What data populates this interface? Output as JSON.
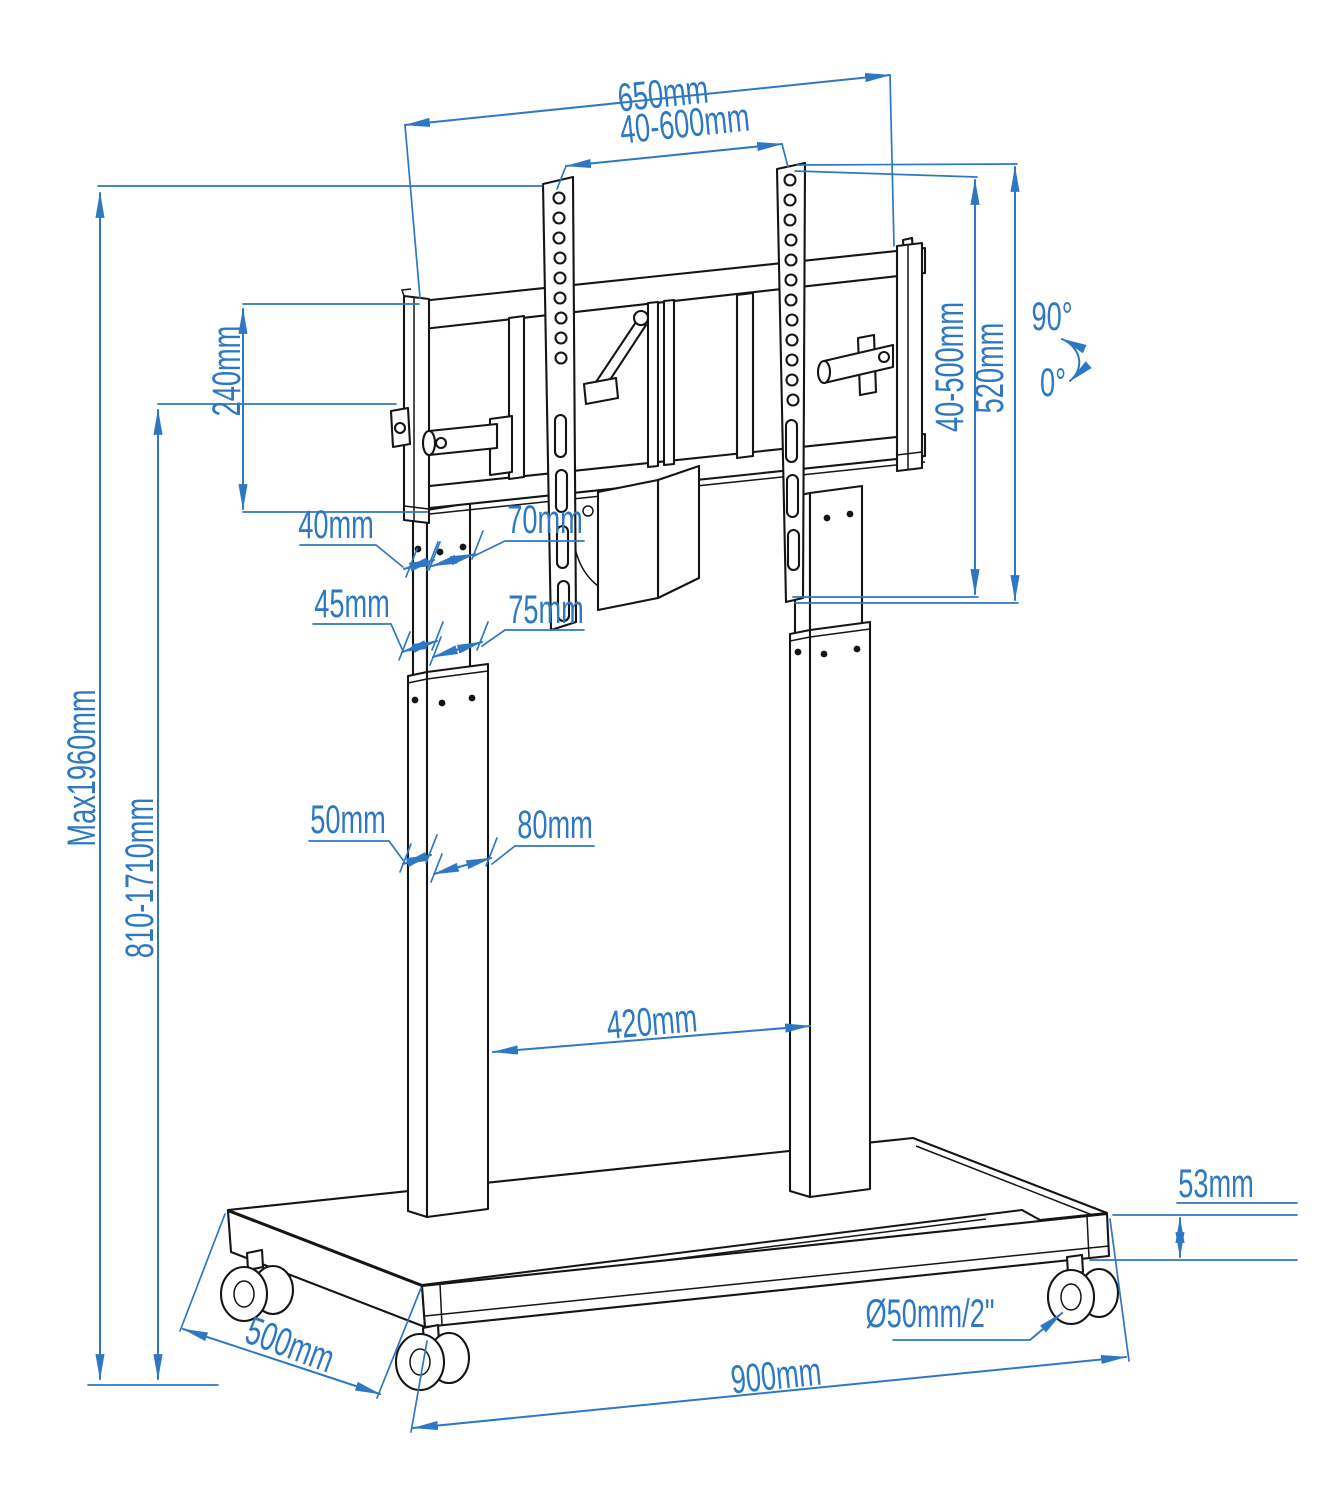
{
  "drawing": {
    "type": "technical-dimension-drawing",
    "subject": "mobile TV lift cart (isometric view)",
    "accent_color": "#2e78c3",
    "line_color": "#151515",
    "labels": {
      "top_width": "650mm",
      "vesa_width_range": "40-600mm",
      "bracket_height": "240mm",
      "max_height": "Max1960mm",
      "height_range": "810-1710mm",
      "tube_top_side": "40mm",
      "tube_mid_side": "45mm",
      "tube_top_front": "70mm",
      "tube_mid_front": "75mm",
      "tube_bottom_side": "50mm",
      "tube_bottom_front": "80mm",
      "column_spacing": "420mm",
      "vesa_height_range": "40-500mm",
      "bracket_total_height": "520mm",
      "rotation_max": "90°",
      "rotation_min": "0°",
      "base_depth": "500mm",
      "base_width": "900mm",
      "caster_diameter": "Ø50mm/2\"",
      "base_thickness": "53mm"
    }
  }
}
